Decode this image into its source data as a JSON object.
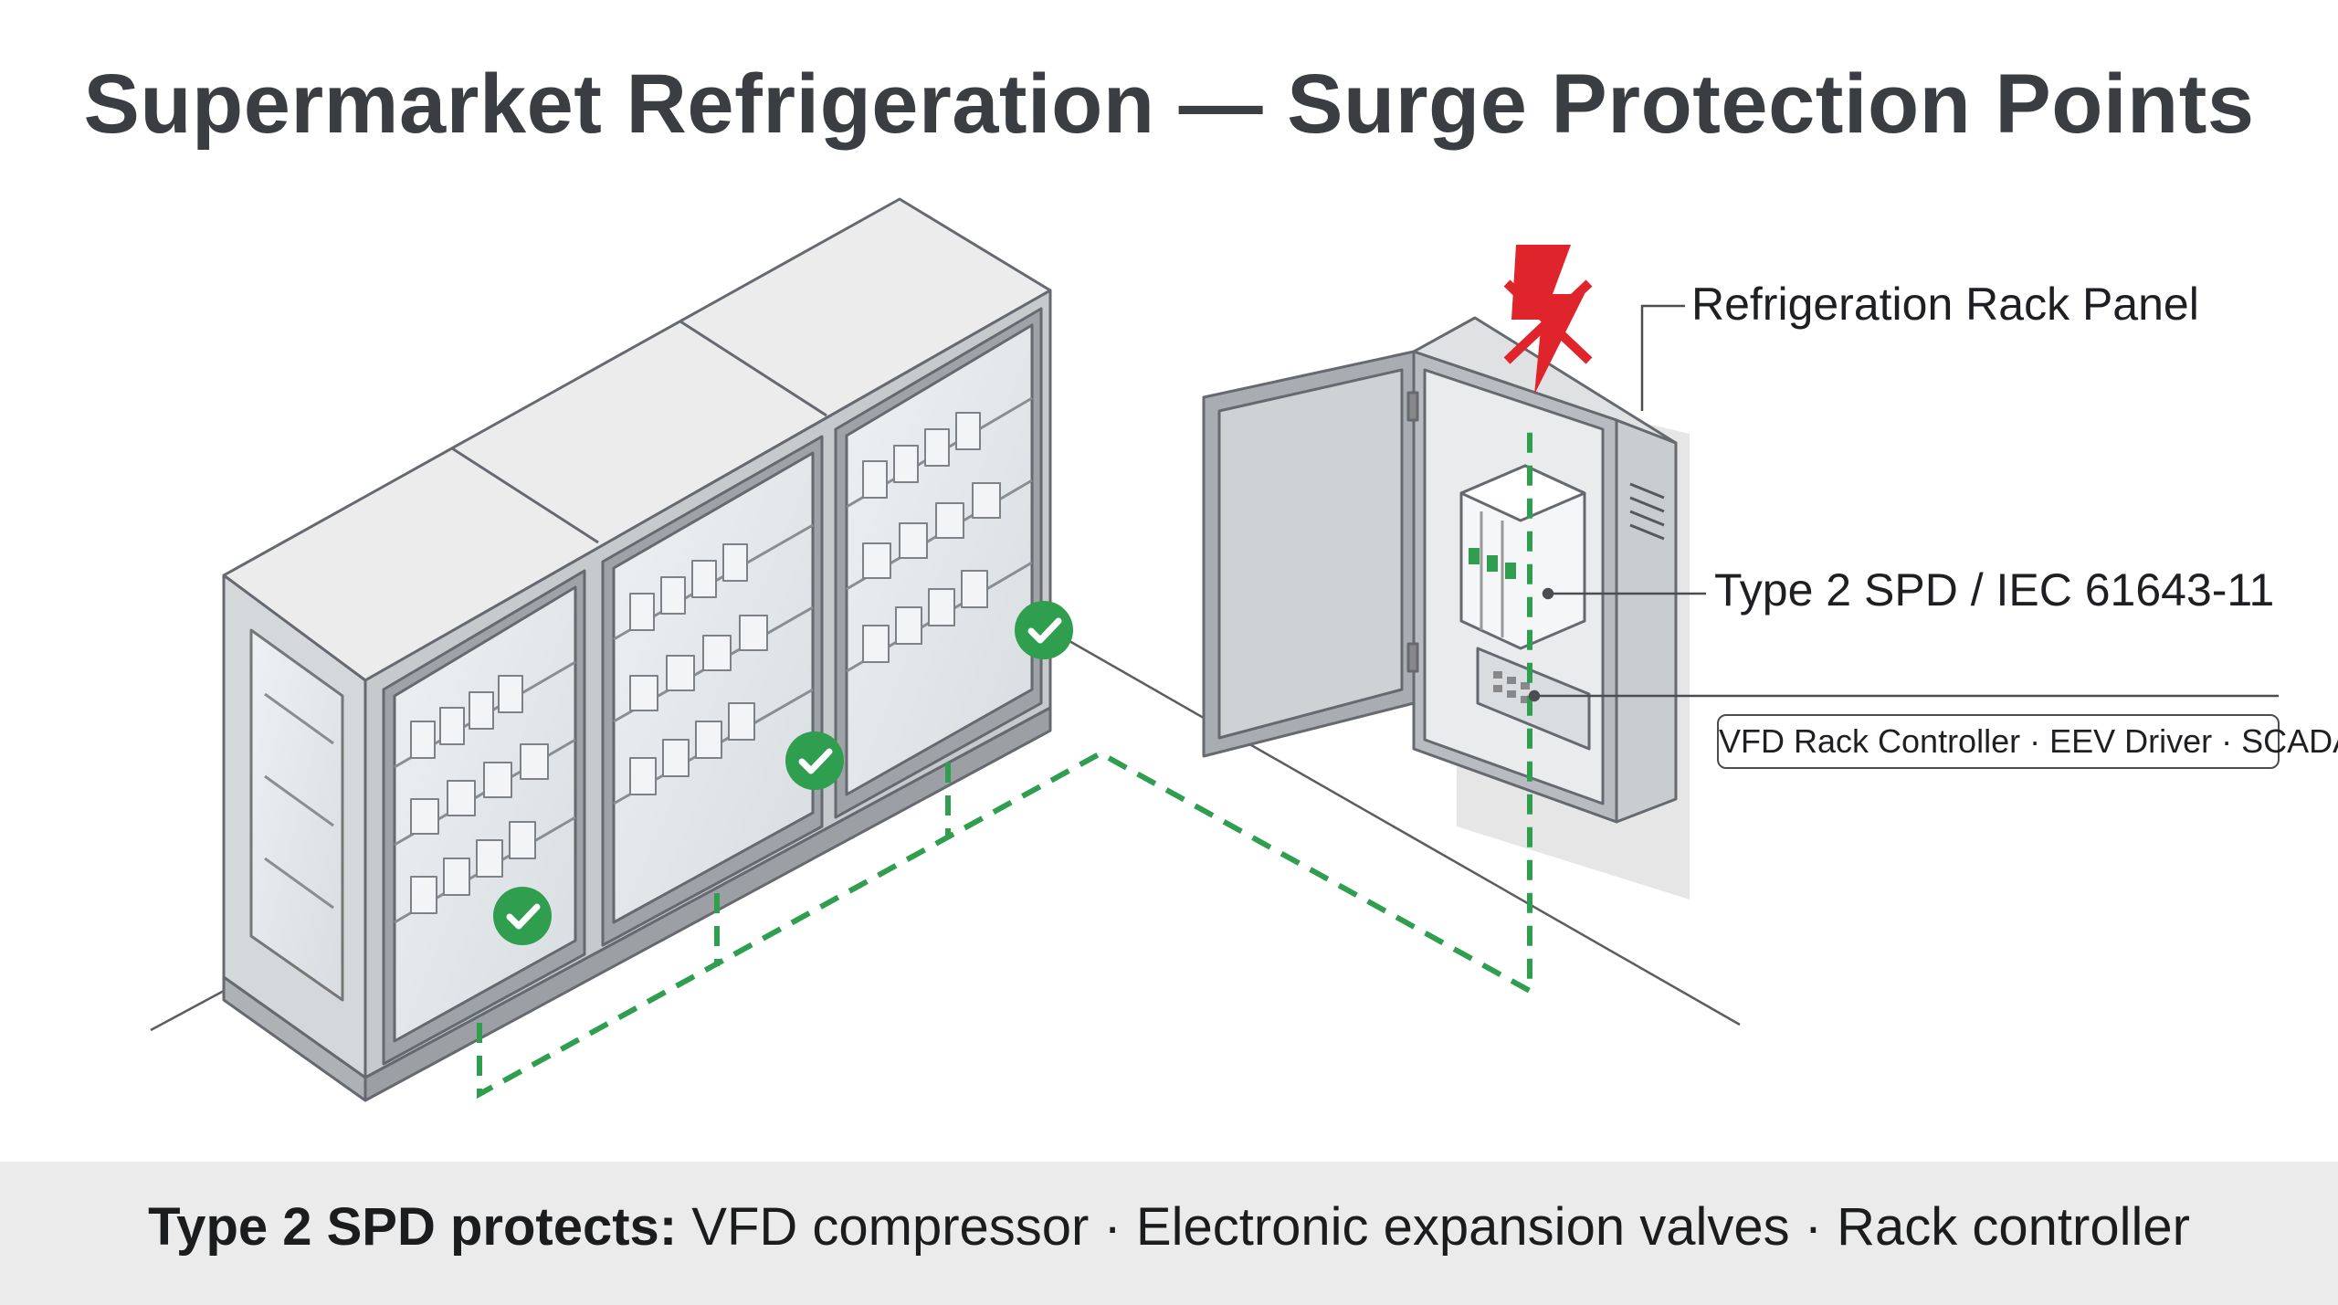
{
  "title": "Supermarket Refrigeration — Surge Protection Points",
  "labels": {
    "panel": "Refrigeration Rack Panel",
    "spd": "Type 2 SPD / IEC 61643-11",
    "devices": "VFD Rack Controller · EEV Driver · SCADA"
  },
  "footer": {
    "bold": "Type 2 SPD protects:",
    "rest": " VFD compressor · Electronic expansion valves · Rack controller"
  },
  "icons": {
    "check": "check-circle-icon",
    "lightning": "lightning-blocked-icon"
  },
  "colors": {
    "protected_green": "#2f9e4f",
    "surge_red": "#e0242b",
    "title_gray": "#3a3d42",
    "footer_bg": "#ebebeb"
  }
}
